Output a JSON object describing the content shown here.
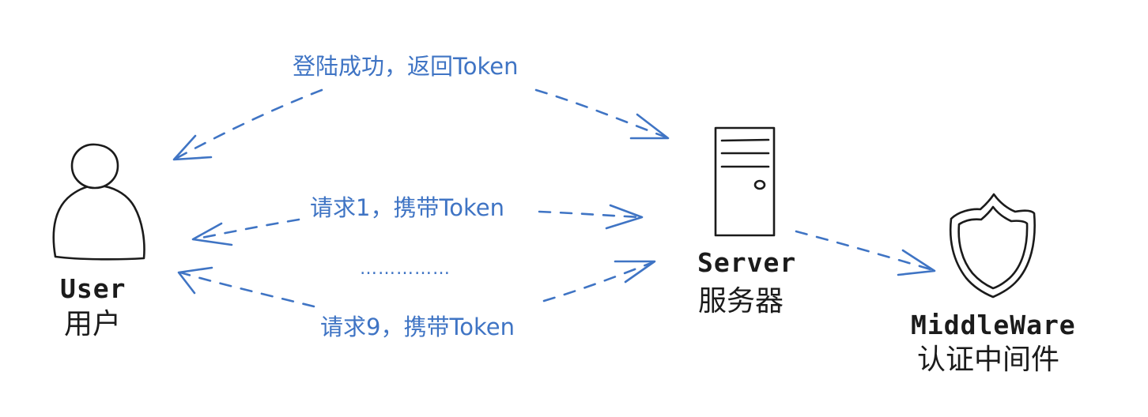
{
  "nodes": {
    "user": {
      "name": "User",
      "cn": "用户",
      "icon": "user-icon"
    },
    "server": {
      "name": "Server",
      "cn": "服务器",
      "icon": "server-icon"
    },
    "middleware": {
      "name": "MiddleWare",
      "cn": "认证中间件",
      "icon": "shield-icon"
    }
  },
  "edges": {
    "login": {
      "label": "登陆成功，返回Token"
    },
    "request1": {
      "label": "请求1，携带Token"
    },
    "ellipsis": {
      "label": "……………"
    },
    "request9": {
      "label": "请求9，携带Token"
    }
  },
  "colors": {
    "arrow": "#3f74c4",
    "ink": "#1b1b1b"
  }
}
